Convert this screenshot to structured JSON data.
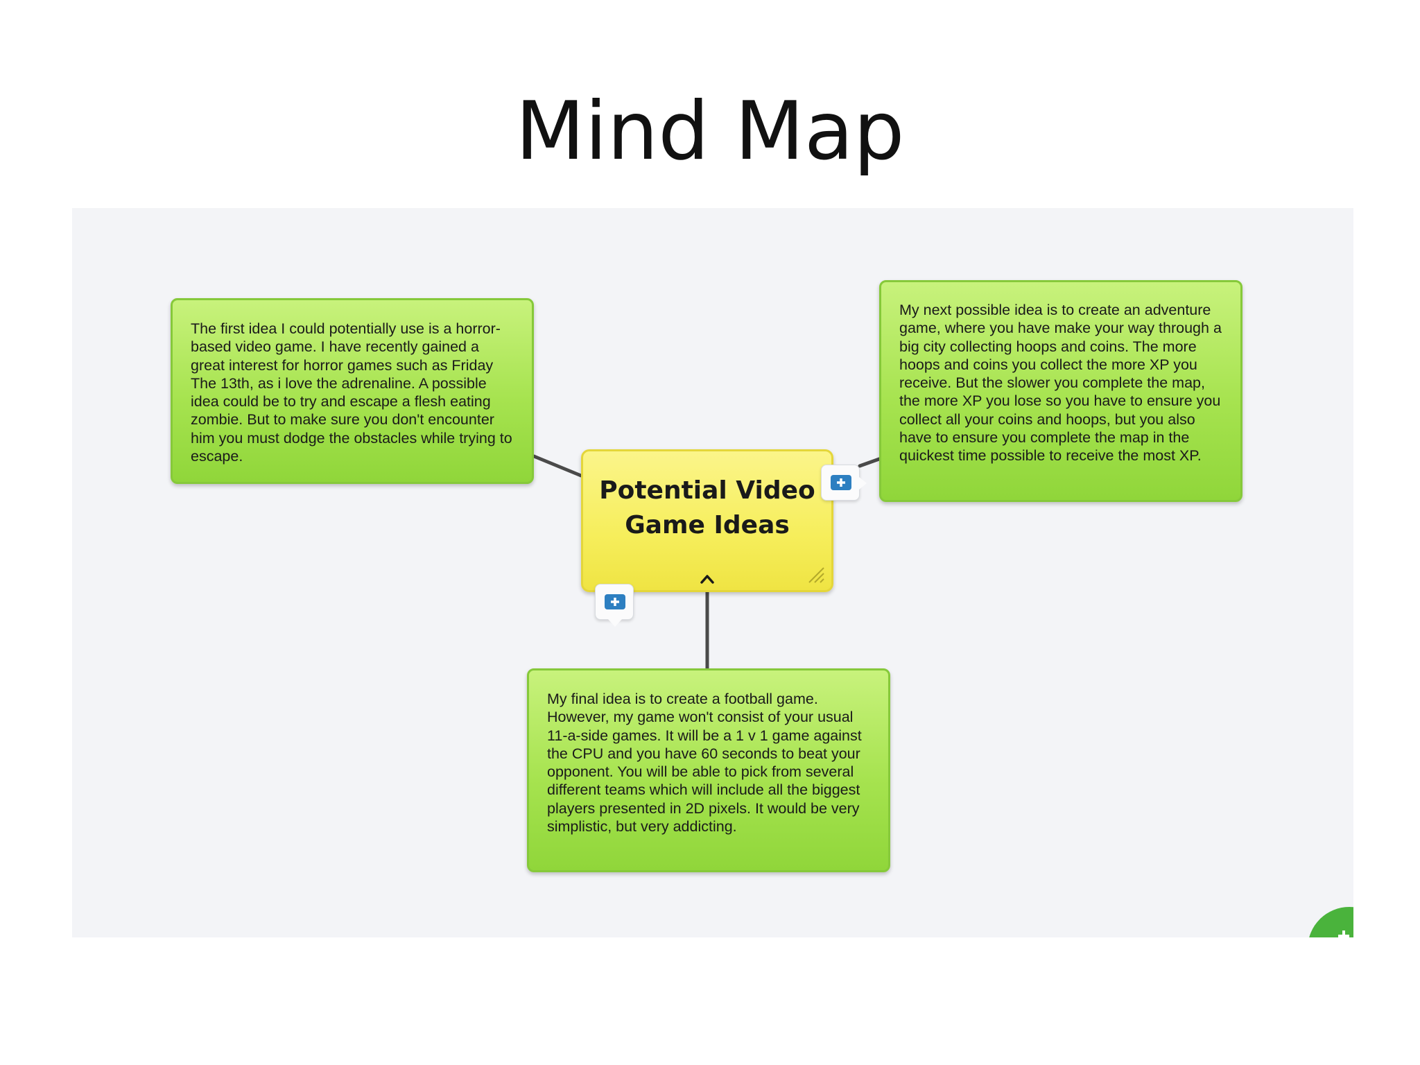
{
  "slide": {
    "title": "Mind Map"
  },
  "mind_map": {
    "central_topic": "Potential Video\nGame Ideas",
    "ideas": [
      {
        "text": "The first idea I could potentially use is a horror-based video game. I have recently gained a great interest for horror games such as Friday The 13th, as i love the adrenaline. A possible idea could be to try and escape a flesh eating zombie. But to make sure you don't encounter him you must dodge the obstacles while trying to escape."
      },
      {
        "text": "My next possible idea is to create an adventure game, where you have make your way through a big city collecting hoops and coins. The more hoops and coins you collect the more XP you receive. But the slower you complete the map, the more XP you lose so you have to ensure you collect all your coins and hoops, but you also have to ensure you complete the map in the quickest time possible to receive the most XP."
      },
      {
        "text": "My final idea is to create a football game. However, my game won't consist of your usual 11-a-side games. It will be a 1 v 1 game against the CPU and you have 60 seconds to beat your opponent. You will be able to pick from several different teams which will include all the biggest players presented in 2D pixels. It would be very simplistic, but very addicting."
      }
    ]
  },
  "icons": {
    "add_topic": "plus-icon",
    "collapse": "chevron-up-icon",
    "resize": "resize-grip-icon",
    "corner_action": "fab-icon"
  },
  "colors": {
    "idea_node": "#a6e34f",
    "idea_border": "#86c93a",
    "central_node": "#f6ee5c",
    "central_border": "#e4d63a",
    "connector": "#4a4a4a",
    "add_button_icon": "#2d7fc1",
    "canvas_background": "#f3f4f7",
    "corner_fab": "#4ab33c"
  }
}
